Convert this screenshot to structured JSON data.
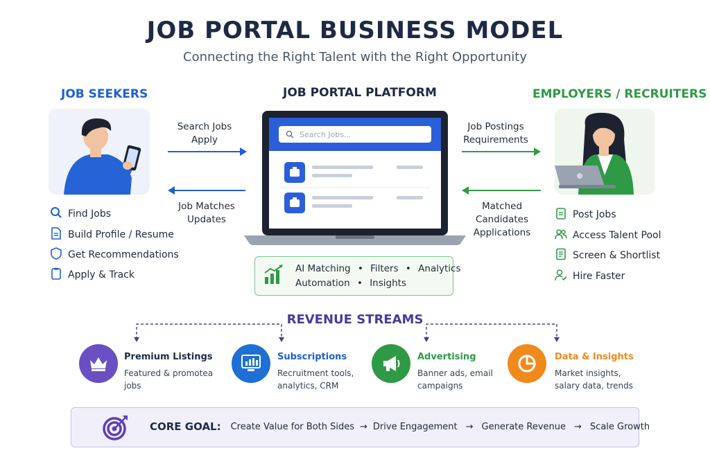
{
  "title": "JOB PORTAL BUSINESS MODEL",
  "subtitle": "Connecting the Right Talent with the Right Opportunity",
  "columns": {
    "seekers": "JOB SEEKERS",
    "platform": "JOB PORTAL PLATFORM",
    "employers": "EMPLOYERS / RECRUITERS"
  },
  "seeker_items": [
    {
      "label": "Find Jobs",
      "icon": "search-icon"
    },
    {
      "label": "Build Profile / Resume",
      "icon": "document-icon"
    },
    {
      "label": "Get Recommendations",
      "icon": "shield-icon"
    },
    {
      "label": "Apply & Track",
      "icon": "clipboard-icon"
    }
  ],
  "employer_items": [
    {
      "label": "Post Jobs",
      "icon": "clipboard-icon"
    },
    {
      "label": "Access Talent Pool",
      "icon": "people-icon"
    },
    {
      "label": "Screen & Shortlist",
      "icon": "document-icon"
    },
    {
      "label": "Hire Faster",
      "icon": "user-check-icon"
    }
  ],
  "flows": {
    "seeker_to_platform": [
      "Search Jobs",
      "Apply"
    ],
    "platform_to_seeker": [
      "Job Matches",
      "Updates"
    ],
    "employer_to_platform": [
      "Job Postings",
      "Requirements"
    ],
    "platform_to_employer": [
      "Matched Candidates",
      "Applications"
    ]
  },
  "search_placeholder": "Search Jobs...",
  "features": {
    "line1": [
      "AI Matching",
      "Filters",
      "Analytics"
    ],
    "line2": [
      "Automation",
      "Insights"
    ]
  },
  "revenue_title": "REVENUE STREAMS",
  "revenue": [
    {
      "title": "Premium Listings",
      "desc1": "Featured & promotea",
      "desc2": "jobs",
      "color": "#6a4fc2",
      "icon": "crown-icon"
    },
    {
      "title": "Subscriptions",
      "desc1": "Recruitment tools,",
      "desc2": "analytics, CRM",
      "color": "#1e6fd6",
      "icon": "chart-monitor-icon"
    },
    {
      "title": "Advertising",
      "desc1": "Banner ads, email",
      "desc2": "campaigns",
      "color": "#2e9a45",
      "icon": "megaphone-icon"
    },
    {
      "title": "Data & Insights",
      "desc1": "Market insights,",
      "desc2": "salary data, trends",
      "color": "#f08a1c",
      "icon": "pie-chart-icon"
    }
  ],
  "goal": {
    "label": "CORE GOAL:",
    "steps": [
      "Create Value for Both Sides",
      "Drive Engagement",
      "Generate Revenue",
      "Scale Growth"
    ],
    "arrow": "→"
  },
  "colors": {
    "blue": "#1e5fd6",
    "green": "#2e9a45",
    "purple": "#4a3a9a",
    "orange": "#f08a1c",
    "navy": "#1e2a44"
  }
}
